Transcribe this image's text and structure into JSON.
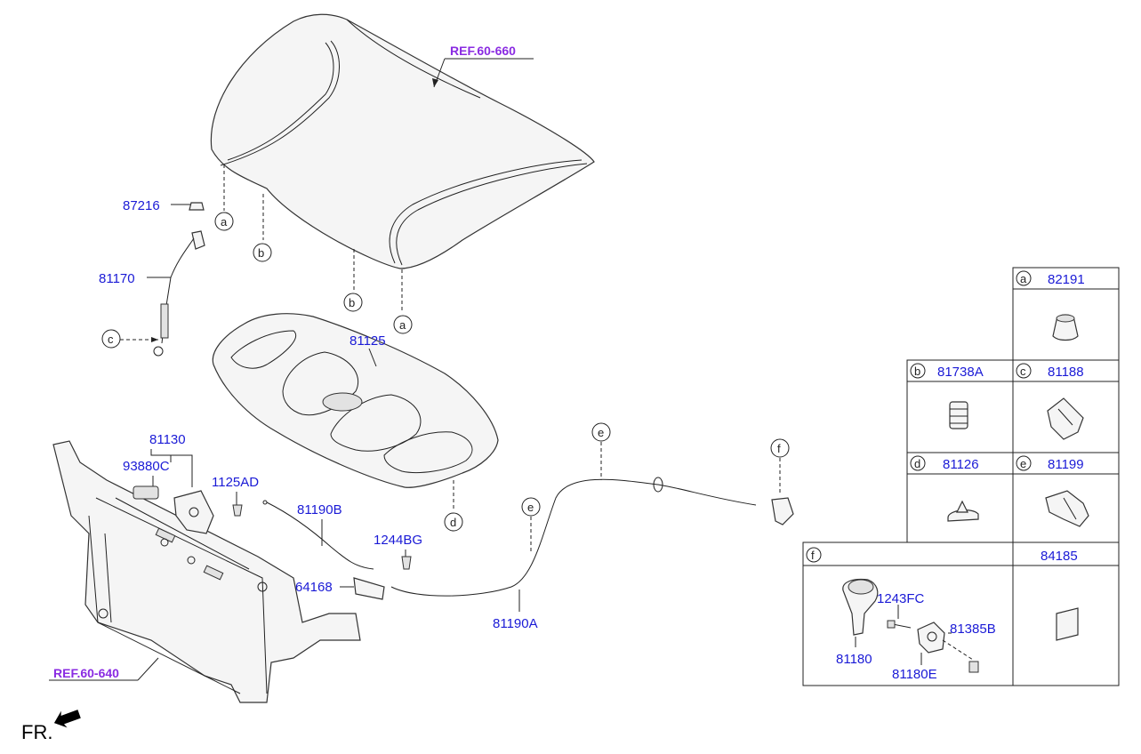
{
  "refs": {
    "hood": "REF.60-660",
    "carrier": "REF.60-640"
  },
  "parts": {
    "p87216": "87216",
    "p81170": "81170",
    "p81125": "81125",
    "p81130": "81130",
    "p93880C": "93880C",
    "p1125AD": "1125AD",
    "p81190B": "81190B",
    "p1244BG": "1244BG",
    "p64168": "64168",
    "p81190A": "81190A"
  },
  "callouts": {
    "a": "a",
    "b": "b",
    "c": "c",
    "d": "d",
    "e": "e",
    "f": "f"
  },
  "table": {
    "a_code": "82191",
    "b_code": "81738A",
    "c_code": "81188",
    "d_code": "81126",
    "e_code": "81199",
    "f_code": "84185",
    "f_parts": {
      "p1243FC": "1243FC",
      "p81385B": "81385B",
      "p81180": "81180",
      "p81180E": "81180E"
    }
  },
  "direction": "FR."
}
